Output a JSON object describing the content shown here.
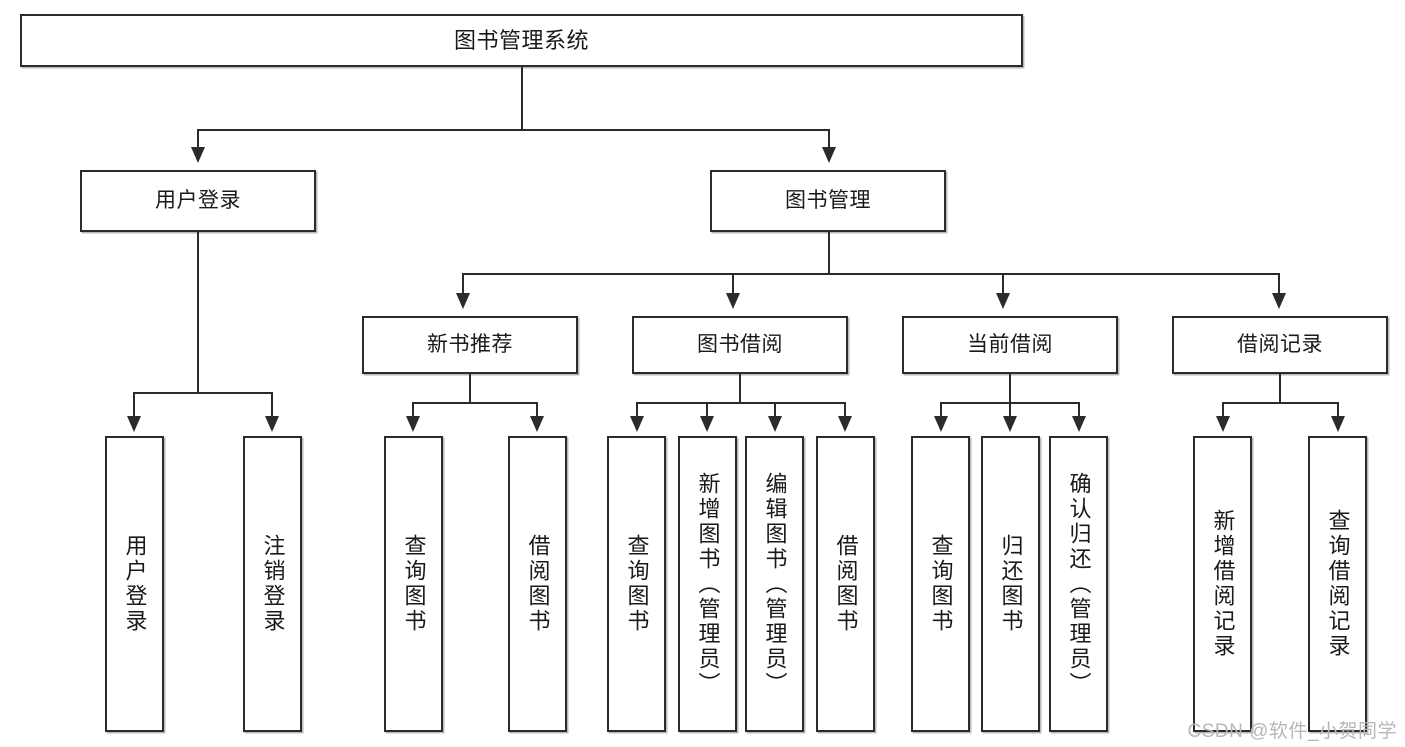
{
  "diagram": {
    "type": "tree",
    "title": "图书管理系统",
    "watermark": "CSDN @软件_小贺同学",
    "colors": {
      "box_border": "#2b2b2b",
      "box_fill": "#ffffff",
      "edge": "#2b2b2b",
      "text": "#1a1a1a",
      "watermark": "#b7b7b7",
      "shadow": "#b9b9b9"
    },
    "levels": {
      "root": {
        "label": "图书管理系统"
      },
      "level2": [
        {
          "label": "用户登录"
        },
        {
          "label": "图书管理"
        }
      ],
      "level3": [
        {
          "label": "新书推荐"
        },
        {
          "label": "图书借阅"
        },
        {
          "label": "当前借阅"
        },
        {
          "label": "借阅记录"
        }
      ],
      "leaves": {
        "user_login": [
          {
            "label": "用户登录"
          },
          {
            "label": "注销登录"
          }
        ],
        "new_book_recommend": [
          {
            "label": "查询图书"
          },
          {
            "label": "借阅图书"
          }
        ],
        "book_borrow": [
          {
            "label": "查询图书"
          },
          {
            "label": "新增图书（管理员）"
          },
          {
            "label": "编辑图书（管理员）"
          },
          {
            "label": "借阅图书"
          }
        ],
        "current_borrow": [
          {
            "label": "查询图书"
          },
          {
            "label": "归还图书"
          },
          {
            "label": "确认归还（管理员）"
          }
        ],
        "borrow_record": [
          {
            "label": "新增借阅记录"
          },
          {
            "label": "查询借阅记录"
          }
        ]
      }
    }
  }
}
